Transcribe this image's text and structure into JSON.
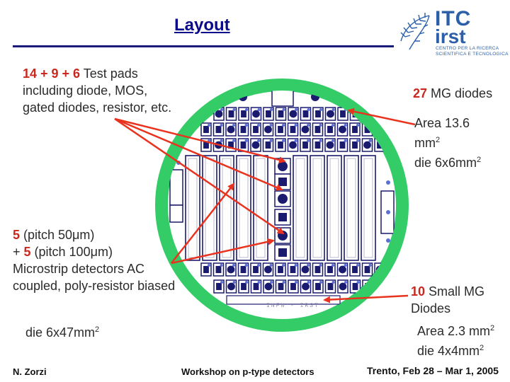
{
  "slide": {
    "title": "Layout",
    "logo": {
      "line1": "ITC",
      "line2": "irst",
      "tag1": "CENTRO PER LA RICERCA",
      "tag2": "SCIENTIFICA E TECNOLOGICA"
    },
    "annotations": {
      "pads": {
        "numbers": "14 + 9 + 6",
        "text": " Test pads including diode, MOS, gated diodes, resistor, etc."
      },
      "mg27": {
        "number": "27",
        "text": " MG diodes"
      },
      "area136": {
        "line1": "Area 13.6",
        "line2": "mm",
        "sup2": "2",
        "line3": "die 6x6mm",
        "sup3": "2"
      },
      "strips": {
        "n1": "5",
        "t1": " (pitch 50μm)",
        "pre2": "+ ",
        "n2": "5",
        "t2": " (pitch 100μm)",
        "t3": "Microstrip detectors AC coupled, poly-resistor biased"
      },
      "die647": {
        "text": "die 6x47mm",
        "sup": "2"
      },
      "mg10": {
        "number": "10",
        "text": " Small MG",
        "line2": "Diodes"
      },
      "area23": {
        "line1": "Area 2.3 mm",
        "sup1": "2",
        "line2": "die 4x4mm",
        "sup2": "2"
      }
    },
    "wafer_label": "INFN - IRST",
    "footer": {
      "author": "N. Zorzi",
      "event": "Workshop on p-type detectors",
      "date": "Trento, Feb 28 – Mar 1, 2005"
    },
    "colors": {
      "ring": "#33cc66",
      "navy": "#1a1a6e",
      "pad": "#5a6fd8",
      "arrow": "#e8331e"
    }
  }
}
